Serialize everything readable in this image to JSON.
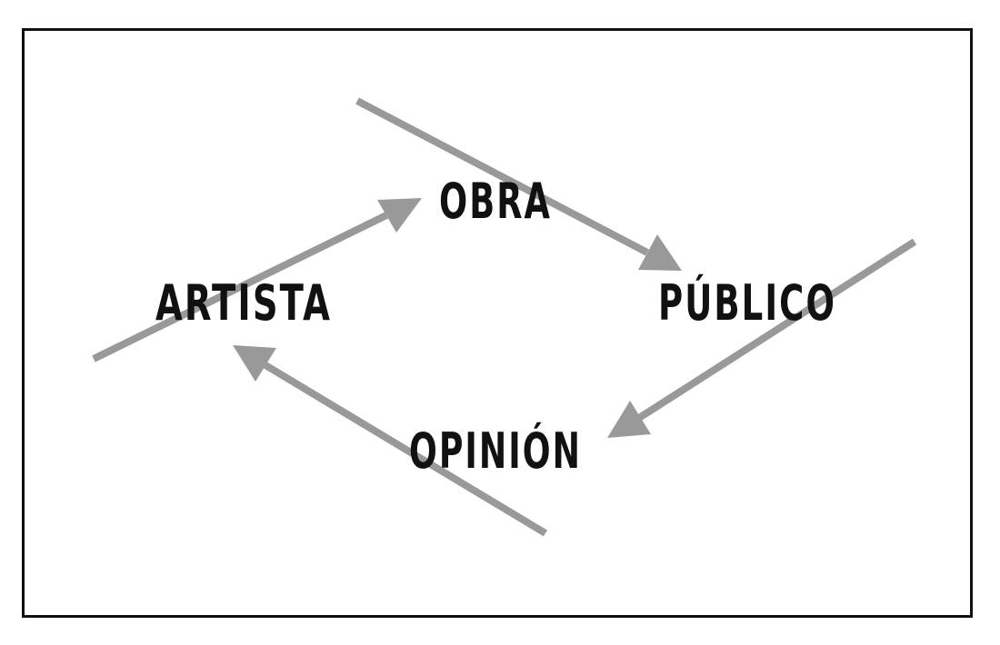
{
  "diagram": {
    "nodes": {
      "obra": "OBRA",
      "publico": "PÚBLICO",
      "opinion": "OPINIÓN",
      "artista": "ARTISTA"
    },
    "edges": [
      {
        "from": "ARTISTA",
        "to": "OBRA"
      },
      {
        "from": "OBRA",
        "to": "PÚBLICO"
      },
      {
        "from": "PÚBLICO",
        "to": "OPINIÓN"
      },
      {
        "from": "OPINIÓN",
        "to": "ARTISTA"
      }
    ],
    "colors": {
      "arrow": "#999999",
      "text": "#111111",
      "frame": "#111111",
      "background": "#ffffff"
    }
  }
}
